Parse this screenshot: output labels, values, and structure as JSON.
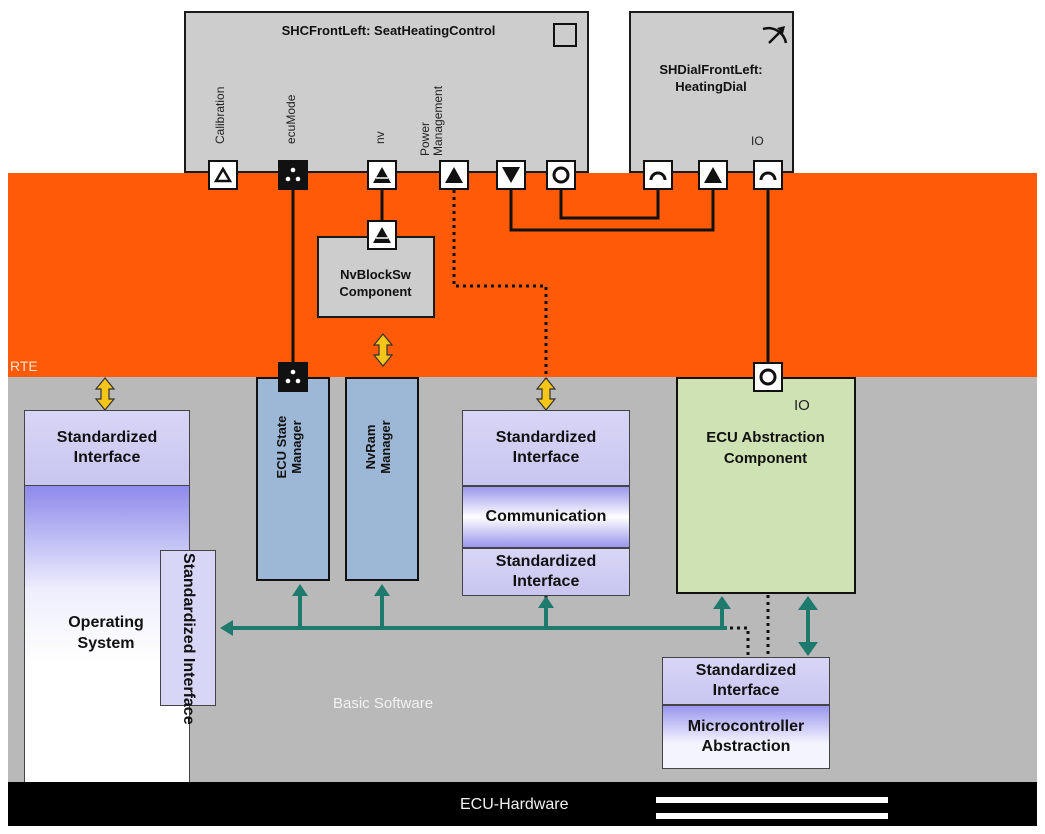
{
  "layers": {
    "rte_label": "RTE",
    "bsw_label": "Basic Software",
    "hw_label": "ECU-Hardware"
  },
  "swc_seat": {
    "title": "SHCFrontLeft:  SeatHeatingControl",
    "ports": {
      "calibration": "Calibration",
      "ecumode": "ecuMode",
      "nv": "nv",
      "power": "Power Management"
    }
  },
  "swc_dial": {
    "title": "SHDialFrontLeft: HeatingDial",
    "io_label": "IO"
  },
  "nvblock": {
    "title": "NvBlockSw Component"
  },
  "ecu_state": {
    "title": "ECU State Manager"
  },
  "nvram": {
    "title": "NvRam Manager"
  },
  "os": {
    "std_interface": "Standardized Interface",
    "title": "Operating System",
    "side_interface": "Standardized Interface"
  },
  "com_stack": {
    "top": "Standardized Interface",
    "middle": "Communication",
    "bottom": "Standardized Interface"
  },
  "ecu_abs": {
    "io_label": "IO",
    "title": "ECU Abstraction Component"
  },
  "mcal": {
    "top": "Standardized Interface",
    "bottom": "Microcontroller Abstraction"
  },
  "colors": {
    "rte": "#ff5a08",
    "bsw": "#b9b9b9",
    "hardware": "#000000",
    "connector_teal": "#1e7a6d",
    "arrow_yellow": "#f5c518"
  }
}
